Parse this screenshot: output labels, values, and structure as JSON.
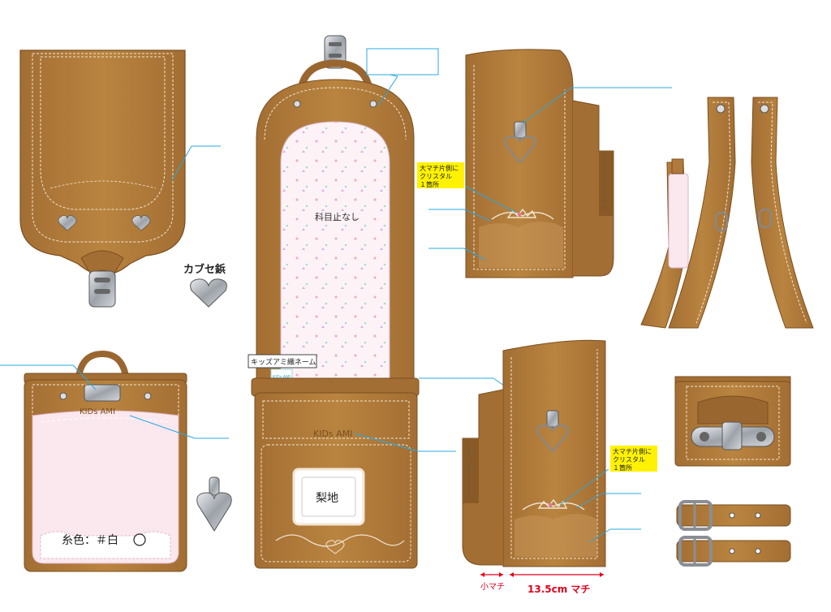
{
  "labels": {
    "clasp_title": "カブセ鋲",
    "no_pattern": "科目止なし",
    "name_tag": "キッズアミ織ネーム",
    "name_tag_small": "KIDs AMI",
    "pear_fabric": "梨地",
    "thread_color": "糸色：＃白",
    "crystal_note_1": [
      "大マチ片側に",
      "クリスタル",
      "１箇所"
    ],
    "crystal_note_2": [
      "大マチ片側に",
      "クリスタル",
      "１箇所"
    ],
    "small_gusset": "小マチ",
    "gusset_width": "13.5cm マチ",
    "brand_logo": "KIDs AMI"
  },
  "colors": {
    "leather": "#B07A3C",
    "leather_dark": "#8A5A26",
    "stitch": "#F2E6D4",
    "pink_lining": "#FBE8EF",
    "callout_line": "#29A8E0",
    "note_bg": "#FFF200",
    "dimension_red": "#E0001B",
    "metal": "#B8BCC2"
  }
}
